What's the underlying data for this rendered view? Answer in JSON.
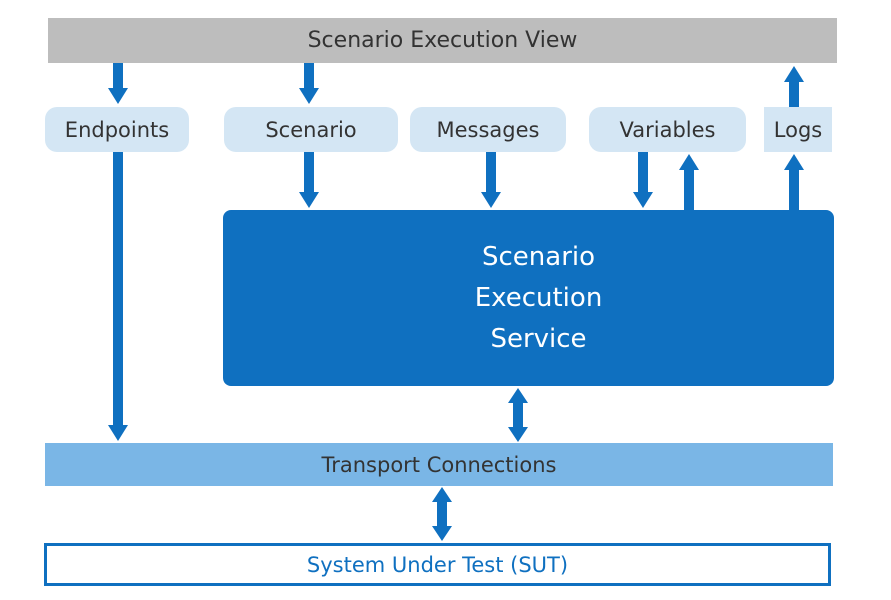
{
  "diagram": {
    "top_view": "Scenario Execution View",
    "components": {
      "endpoints": "Endpoints",
      "scenario": "Scenario",
      "messages": "Messages",
      "variables": "Variables",
      "logs": "Logs"
    },
    "service": [
      "Scenario",
      "Execution",
      "Service"
    ],
    "transport": "Transport Connections",
    "sut": "System Under Test (SUT)"
  },
  "colors": {
    "arrow": "#0f70c0",
    "service_fill": "#0f70c0",
    "component_fill": "#d4e6f4",
    "transport_fill": "#7ab6e6",
    "top_bar_fill": "#bdbdbd"
  }
}
